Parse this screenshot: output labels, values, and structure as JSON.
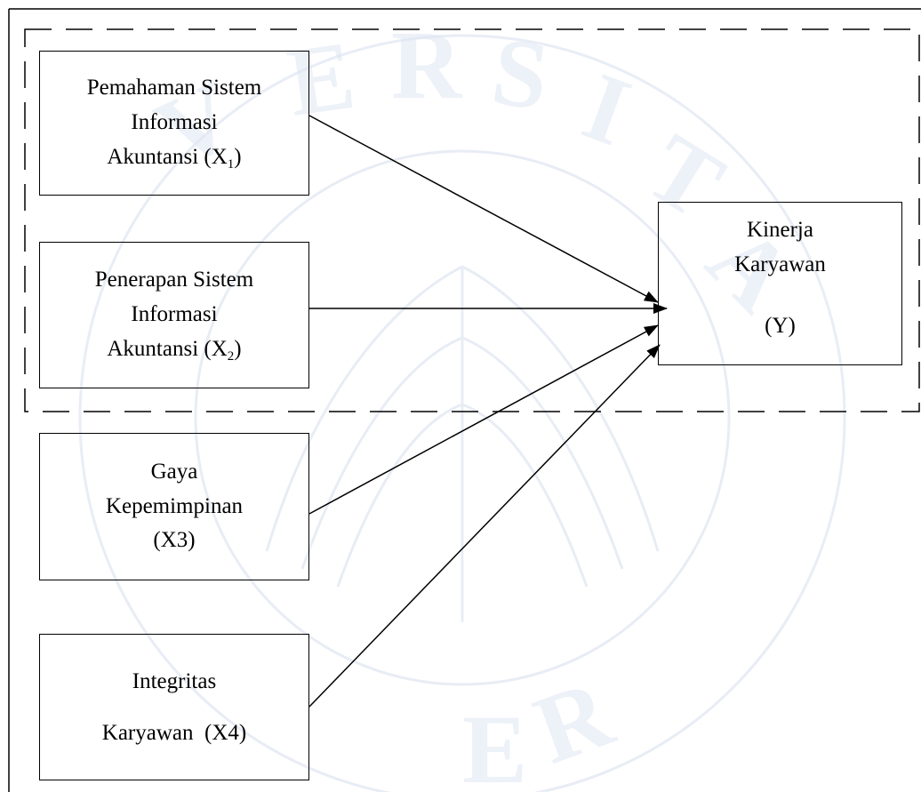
{
  "diagram": {
    "independent_variables": [
      {
        "id": "x1",
        "lines": [
          "Pemahaman Sistem",
          "Informasi",
          "Akuntansi (X"
        ],
        "subscript": "1",
        "suffix": ")"
      },
      {
        "id": "x2",
        "lines": [
          "Penerapan Sistem",
          "Informasi",
          "Akuntansi (X"
        ],
        "subscript": "2",
        "suffix": ")"
      },
      {
        "id": "x3",
        "lines": [
          "Gaya",
          "Kepemimpinan",
          "(X3)"
        ]
      },
      {
        "id": "x4",
        "lines": [
          "Integritas",
          "Karyawan  (X4)"
        ]
      }
    ],
    "dependent_variable": {
      "id": "y",
      "lines": [
        "Kinerja",
        "Karyawan",
        "(Y)"
      ]
    },
    "arrows": [
      {
        "from": "x1",
        "to": "y"
      },
      {
        "from": "x2",
        "to": "y"
      },
      {
        "from": "x3",
        "to": "y"
      },
      {
        "from": "x4",
        "to": "y"
      }
    ],
    "grouping": {
      "style": "dashed",
      "encloses": [
        "x1",
        "x2",
        "y"
      ]
    }
  },
  "watermark": {
    "type": "university-seal",
    "letters": "UNIVERSITAS JEMBER",
    "color": "#cfd8ea"
  }
}
